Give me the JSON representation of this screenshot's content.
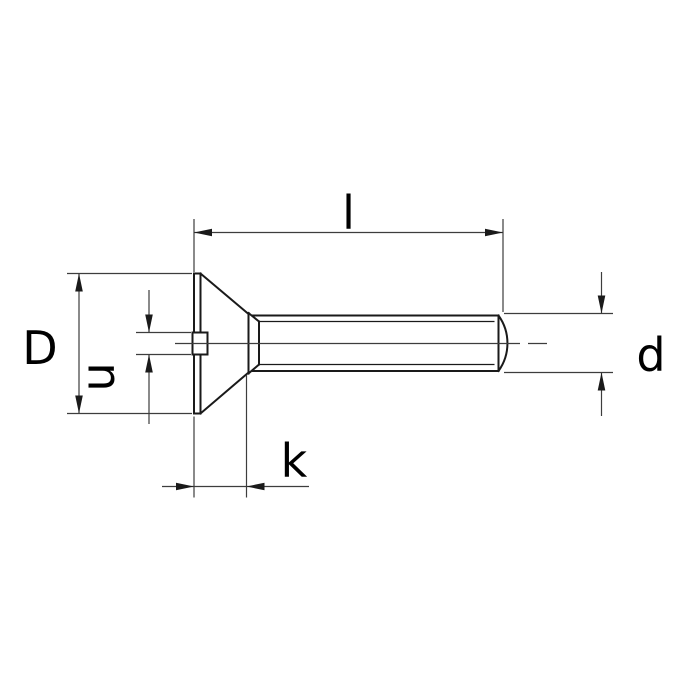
{
  "drawing": {
    "title": "slotted countersunk flat head screw side view technical drawing",
    "dimension_labels": {
      "overall_length": "l",
      "head_diameter": "D",
      "slot_width": "n",
      "head_height": "k",
      "thread_diameter": "d"
    },
    "colors": {
      "background": "#ffffff",
      "object_line": "#1a1a1a",
      "dimension_line": "#3d3d3d",
      "label_text": "#000000"
    }
  }
}
